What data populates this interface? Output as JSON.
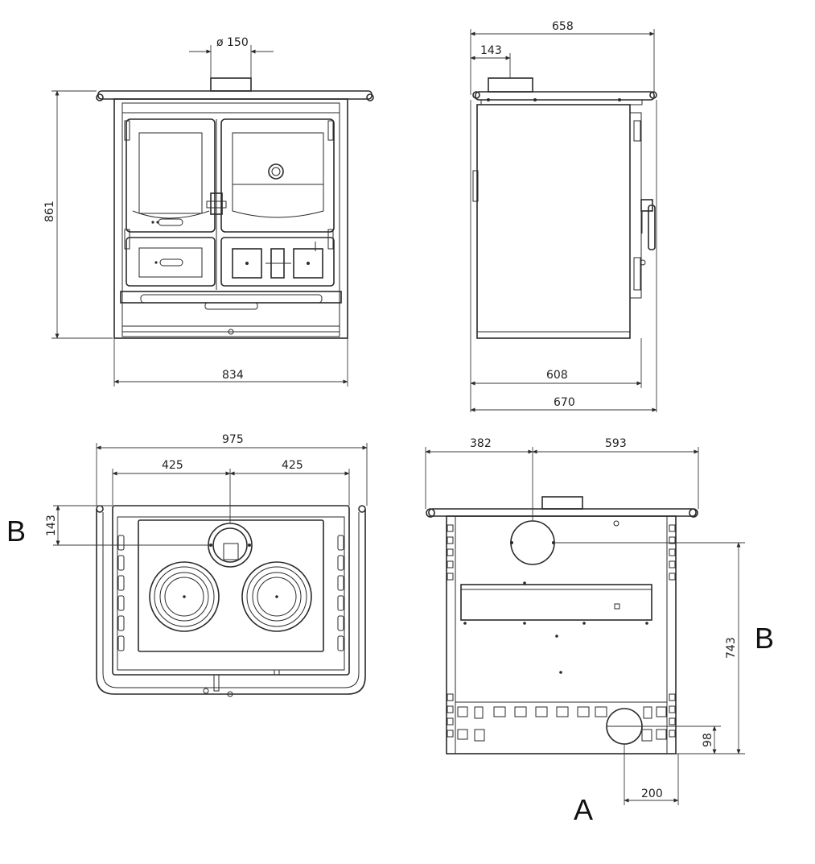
{
  "front_view": {
    "flue_diameter": "ø 150",
    "height": "861",
    "width": "834"
  },
  "side_view": {
    "overall_width": "658",
    "flue_offset": "143",
    "body_depth": "608",
    "total_depth": "670"
  },
  "top_view": {
    "overall_width": "975",
    "half_left": "425",
    "half_right": "425",
    "flue_offset": "143",
    "label": "B"
  },
  "rear_view": {
    "left_offset": "382",
    "right_offset": "593",
    "flue_height": "743",
    "bottom_outlet_height": "98",
    "bottom_outlet_offset": "200",
    "label_flue": "B",
    "label_bottom": "A"
  },
  "colors": {
    "line": "#2a2a2a",
    "background": "#ffffff"
  }
}
